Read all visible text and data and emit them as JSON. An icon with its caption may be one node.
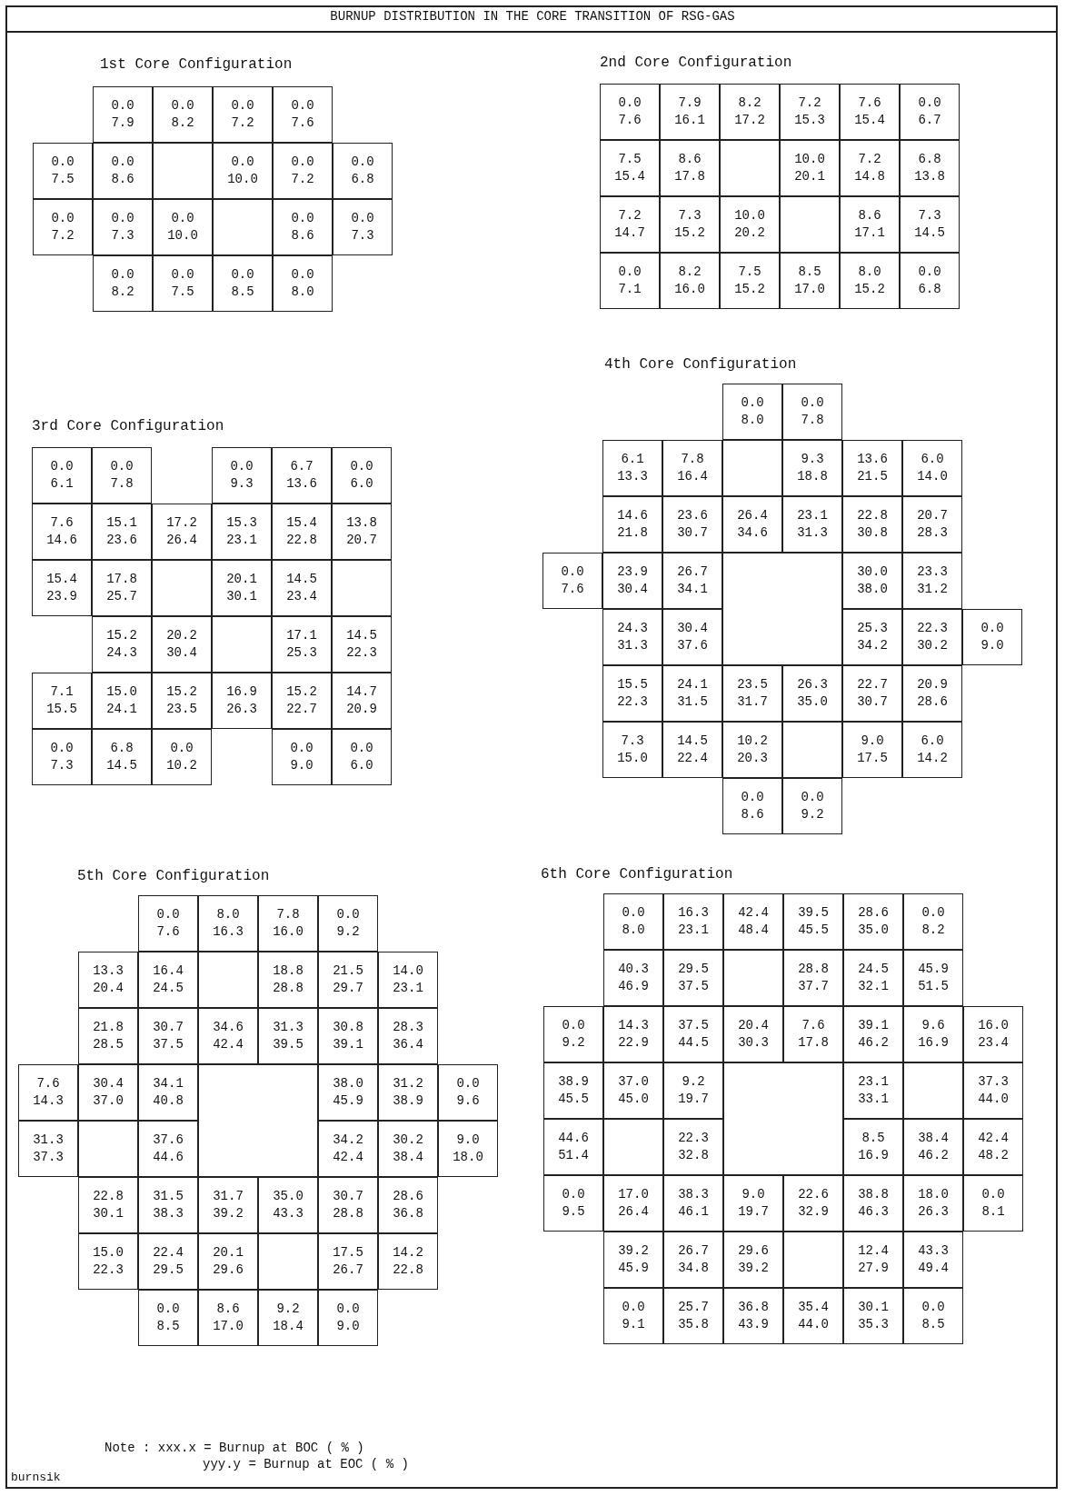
{
  "diagram": {
    "title": "BURNUP DISTRIBUTION IN THE CORE TRANSITION OF RSG-GAS",
    "labels": [
      "1st Core Configuration",
      "0.0 7.9",
      "0.0 8.2",
      "0.0 7.2",
      "0.0 7.6",
      "0.0 7.5",
      "0.0 8.6",
      "0.0 10.0",
      "0.0 7.2",
      "0.0 6.8",
      "0.0 7.2",
      "0.0 7.3",
      "0.0 10.0",
      "0.0 8.6",
      "0.0 7.3",
      "0.0 8.2",
      "0.0 7.5",
      "0.0 8.5",
      "0.0 8.0",
      "2nd Core Configuration",
      "0.0 7.6",
      "7.9 16.1",
      "8.2 17.2",
      "7.2 15.3",
      "7.6 15.4",
      "0.0 6.7",
      "7.5 15.4",
      "8.6 17.8",
      "10.0 20.1",
      "7.2 14.8",
      "6.8 13.8",
      "7.2 14.7",
      "7.3 15.2",
      "10.0 20.2",
      "8.6 17.1",
      "7.3 14.5",
      "0.0 7.1",
      "8.2 16.0",
      "7.5 15.2",
      "8.5 17.0",
      "8.0 15.2",
      "0.0 6.8",
      "3rd Core Configuration",
      "0.0 6.1",
      "0.0 7.8",
      "0.0 9.3",
      "6.7 13.6",
      "0.0 6.0",
      "7.6 14.6",
      "15.1 23.6",
      "17.2 26.4",
      "15.3 23.1",
      "15.4 22.8",
      "13.8 20.7",
      "15.4 23.9",
      "17.8 25.7",
      "20.1 30.1",
      "14.5 23.4",
      "15.2 24.3",
      "20.2 30.4",
      "17.1 25.3",
      "14.5 22.3",
      "7.1 15.5",
      "15.0 24.1",
      "15.2 23.5",
      "16.9 26.3",
      "15.2 22.7",
      "14.7 20.9",
      "0.0 7.3",
      "6.8 14.5",
      "0.0 10.2",
      "0.0 9.0",
      "0.0 6.0",
      "4th Core Configuration",
      "0.0 8.0",
      "0.0 7.8",
      "6.1 13.3",
      "7.8 16.4",
      "9.3 18.8",
      "13.6 21.5",
      "6.0 14.0",
      "14.6 21.8",
      "23.6 30.7",
      "26.4 34.6",
      "23.1 31.3",
      "22.8 30.8",
      "20.7 28.3",
      "0.0 7.6",
      "23.9 30.4",
      "26.7 34.1",
      "30.0 38.0",
      "23.3 31.2",
      "24.3 31.3",
      "30.4 37.6",
      "25.3 34.2",
      "22.3 30.2",
      "0.0 9.0",
      "15.5 22.3",
      "24.1 31.5",
      "23.5 31.7",
      "26.3 35.0",
      "22.7 30.7",
      "20.9 28.6",
      "7.3 15.0",
      "14.5 22.4",
      "10.2 20.3",
      "9.0 17.5",
      "6.0 14.2",
      "0.0 8.6",
      "0.0 9.2",
      "5th Core Configuration",
      "0.0 7.6",
      "8.0 16.3",
      "7.8 16.0",
      "0.0 9.2",
      "13.3 20.4",
      "16.4 24.5",
      "18.8 28.8",
      "21.5 29.7",
      "14.0 23.1",
      "21.8 28.5",
      "30.7 37.5",
      "34.6 42.4",
      "31.3 39.5",
      "30.8 39.1",
      "28.3 36.4",
      "7.6 14.3",
      "30.4 37.0",
      "34.1 40.8",
      "38.0 45.9",
      "31.2 38.9",
      "0.0 9.6",
      "31.3 37.3",
      "37.6 44.6",
      "34.2 42.4",
      "30.2 38.4",
      "9.0 18.0",
      "22.8 30.1",
      "31.5 38.3",
      "31.7 39.2",
      "35.0 43.3",
      "30.7 28.8",
      "28.6 36.8",
      "15.0 22.3",
      "22.4 29.5",
      "20.1 29.6",
      "17.5 26.7",
      "14.2 22.8",
      "0.0 8.5",
      "8.6 17.0",
      "9.2 18.4",
      "0.0 9.0",
      "6th Core Configuration",
      "0.0 8.0",
      "16.3 23.1",
      "42.4 48.4",
      "39.5 45.5",
      "28.6 35.0",
      "0.0 8.2",
      "40.3 46.9",
      "29.5 37.5",
      "28.8 37.7",
      "24.5 32.1",
      "45.9 51.5",
      "0.0 9.2",
      "14.3 22.9",
      "37.5 44.5",
      "20.4 30.3",
      "7.6 17.8",
      "39.1 46.2",
      "9.6 16.9",
      "16.0 23.4",
      "38.9 45.5",
      "37.0 45.0",
      "9.2 19.7",
      "23.1 33.1",
      "37.3 44.0",
      "44.6 51.4",
      "22.3 32.8",
      "8.5 16.9",
      "38.4 46.2",
      "42.4 48.2",
      "0.0 9.5",
      "17.0 26.4",
      "38.3 46.1",
      "9.0 19.7",
      "22.6 32.9",
      "38.8 46.3",
      "18.0 26.3",
      "0.0 8.1",
      "39.2 45.9",
      "26.7 34.8",
      "29.6 39.2",
      "12.4 27.9",
      "43.3 49.4",
      "0.0 9.1",
      "25.7 35.8",
      "36.8 43.9",
      "35.4 44.0",
      "30.1 35.3",
      "0.0 8.5",
      "Note : xxx.x = Burnup at BOC ( % )",
      "yyy.y = Burnup at EOC ( % )",
      "burnsik"
    ]
  }
}
